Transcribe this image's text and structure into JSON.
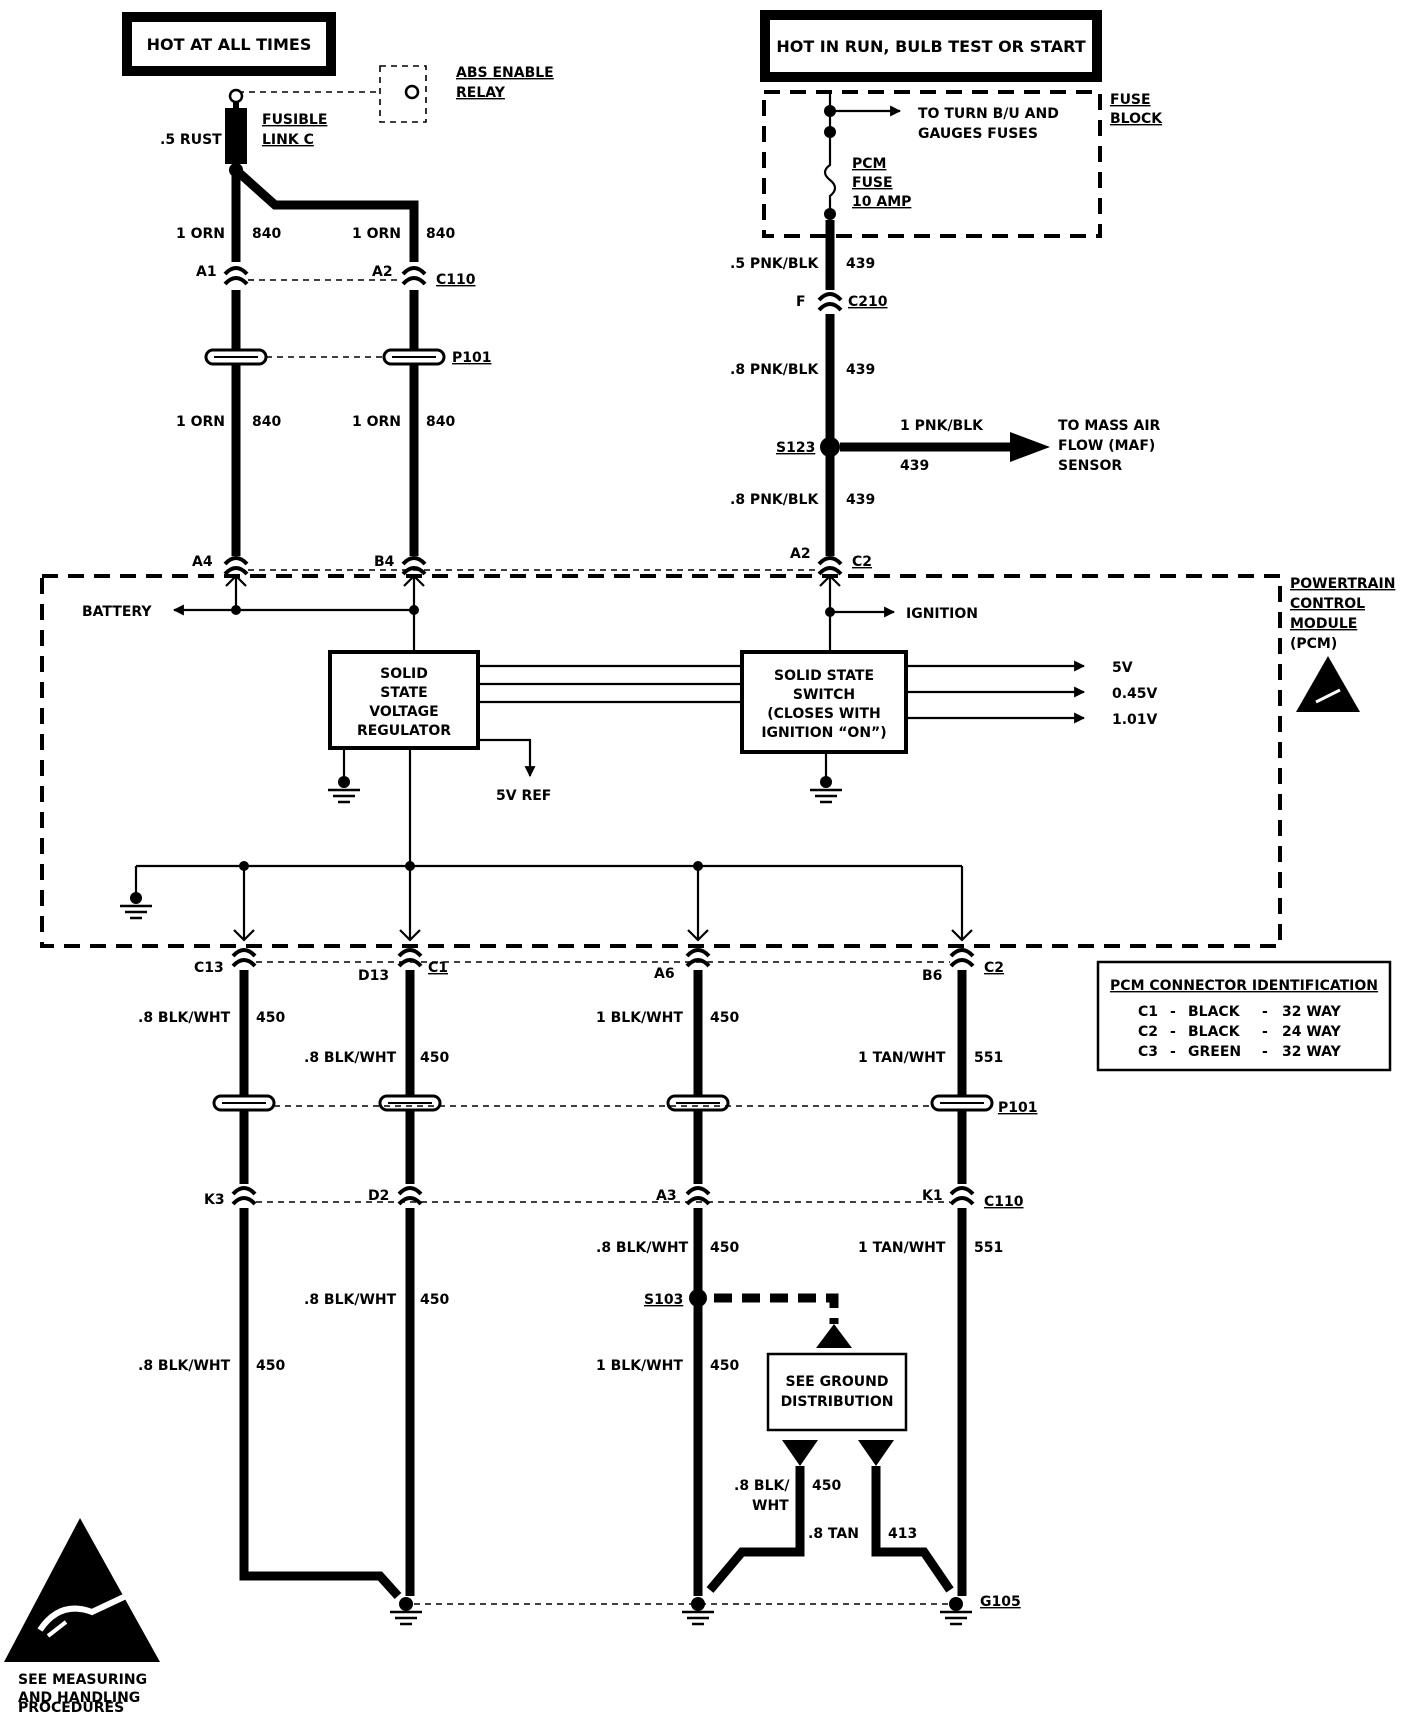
{
  "colors": {
    "ink": "#000000",
    "paper": "#ffffff"
  },
  "sources": {
    "hot_all_times": "HOT AT ALL TIMES",
    "hot_run": "HOT IN RUN, BULB TEST OR START"
  },
  "relay": {
    "line1": "ABS ENABLE",
    "line2": "RELAY"
  },
  "fusible_link": {
    "wire": ".5 RUST",
    "line1": "FUSIBLE",
    "line2": "LINK C"
  },
  "fuse_block": {
    "label_line1": "FUSE",
    "label_line2": "BLOCK",
    "to_fuses_line1": "TO TURN B/U AND",
    "to_fuses_line2": "GAUGES FUSES",
    "fuse_line1": "PCM",
    "fuse_line2": "FUSE",
    "fuse_line3": "10 AMP"
  },
  "upper_left_wires": {
    "w1_size": "1 ORN",
    "w1_circ": "840",
    "w2_size": "1 ORN",
    "w2_circ": "840",
    "w3_size": "1 ORN",
    "w3_circ": "840",
    "w4_size": "1 ORN",
    "w4_circ": "840",
    "pin_a1": "A1",
    "pin_a2": "A2",
    "conn_c110": "C110",
    "p101": "P101",
    "pin_a4": "A4",
    "pin_b4": "B4"
  },
  "upper_right_wires": {
    "w1_size": ".5 PNK/BLK",
    "w1_circ": "439",
    "pin_f": "F",
    "conn_c210": "C210",
    "w2_size": ".8 PNK/BLK",
    "w2_circ": "439",
    "splice": "S123",
    "maf_size": "1 PNK/BLK",
    "maf_circ": "439",
    "maf_line1": "TO MASS AIR",
    "maf_line2": "FLOW (MAF)",
    "maf_line3": "SENSOR",
    "w3_size": ".8 PNK/BLK",
    "w3_circ": "439",
    "pin_a2": "A2",
    "conn_c2": "C2"
  },
  "pcm": {
    "label_line1": "POWERTRAIN",
    "label_line2": "CONTROL",
    "label_line3": "MODULE",
    "label_line4": "(PCM)",
    "battery": "BATTERY",
    "ignition": "IGNITION",
    "regulator": [
      "SOLID",
      "STATE",
      "VOLTAGE",
      "REGULATOR"
    ],
    "switch": [
      "SOLID STATE",
      "SWITCH",
      "(CLOSES WITH",
      "IGNITION “ON”)"
    ],
    "out_5v": "5V",
    "out_045v": "0.45V",
    "out_101v": "1.01V",
    "ref_5v": "5V REF"
  },
  "lower_pins": {
    "c13": "C13",
    "d13": "D13",
    "c1": "C1",
    "a6": "A6",
    "b6": "B6",
    "c2": "C2",
    "p101": "P101",
    "k3": "K3",
    "d2": "D2",
    "a3": "A3",
    "k1": "K1",
    "c110": "C110",
    "s103": "S103",
    "g105": "G105"
  },
  "lower_wires": {
    "l1_size": ".8 BLK/WHT",
    "l1_circ": "450",
    "l2_size": ".8 BLK/WHT",
    "l2_circ": "450",
    "l3_size": "1 BLK/WHT",
    "l3_circ": "450",
    "l4_size": "1 TAN/WHT",
    "l4_circ": "551",
    "l3b_size": ".8 BLK/WHT",
    "l3b_circ": "450",
    "l4b_size": "1 TAN/WHT",
    "l4b_circ": "551",
    "l2c_size": ".8 BLK/WHT",
    "l2c_circ": "450",
    "l1c_size": ".8 BLK/WHT",
    "l1c_circ": "450",
    "l3c_size": "1 BLK/WHT",
    "l3c_circ": "450",
    "gd_size_line1": ".8 BLK/",
    "gd_size_line2": "WHT",
    "gd_circ": "450",
    "tan_size": ".8 TAN",
    "tan_circ": "413"
  },
  "ground_distribution": {
    "line1": "SEE GROUND",
    "line2": "DISTRIBUTION"
  },
  "connector_id": {
    "title": "PCM CONNECTOR IDENTIFICATION",
    "rows": [
      {
        "conn": "C1",
        "color": "BLACK",
        "ways": "32 WAY"
      },
      {
        "conn": "C2",
        "color": "BLACK",
        "ways": "24 WAY"
      },
      {
        "conn": "C3",
        "color": "GREEN",
        "ways": "32 WAY"
      }
    ]
  },
  "esd_note": {
    "line1": "SEE MEASURING",
    "line2": "AND HANDLING",
    "line3": "PROCEDURES"
  }
}
